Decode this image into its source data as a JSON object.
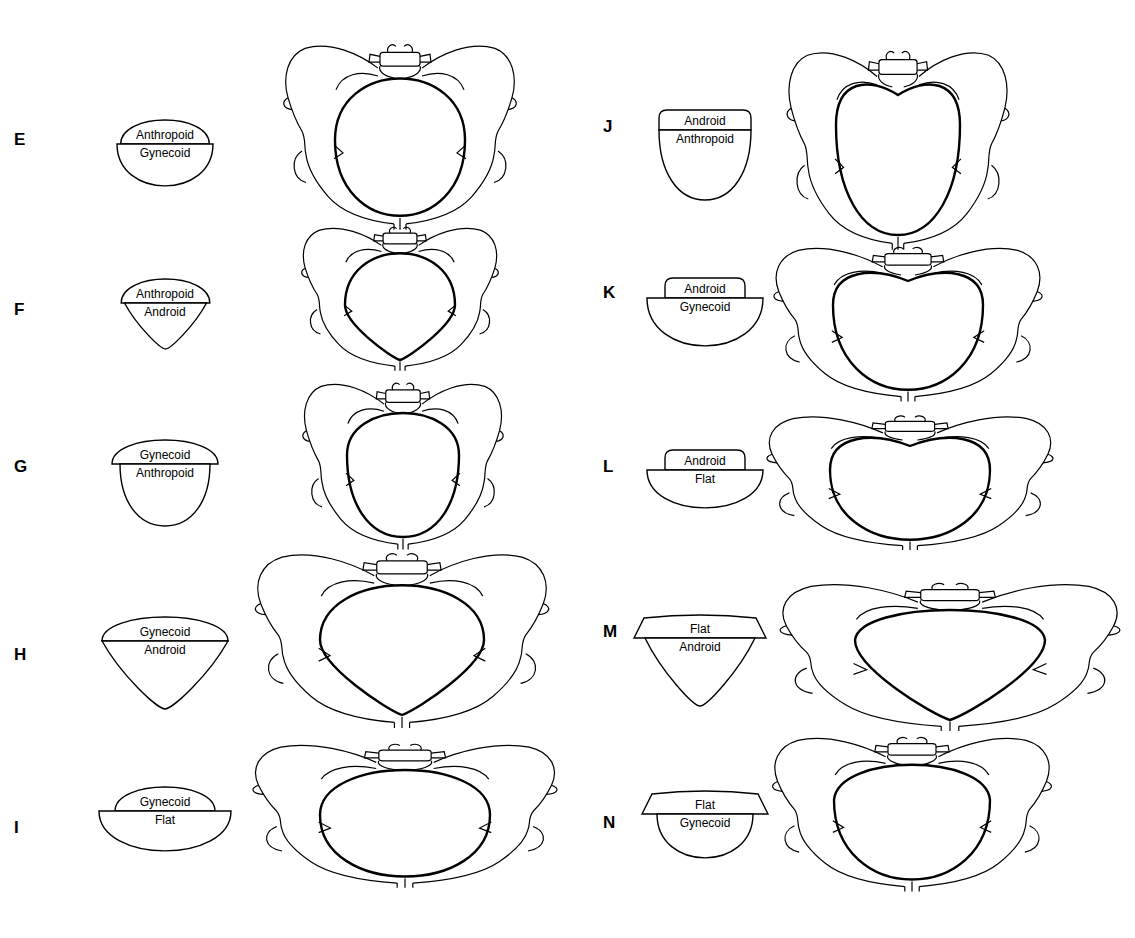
{
  "diagram": {
    "nodes": [
      {
        "text": [
          "Anthropoid",
          "Gynecoid"
        ]
      },
      {
        "text": [
          "Android",
          "Anthropoid"
        ]
      },
      {
        "text": [
          "Anthropoid",
          "Android"
        ]
      },
      {
        "text": [
          "Android",
          "Gynecoid"
        ]
      },
      {
        "text": [
          "Gynecoid",
          "Anthropoid"
        ]
      },
      {
        "text": [
          "Android",
          "Flat"
        ]
      },
      {
        "text": [
          "Gynecoid",
          "Android"
        ]
      },
      {
        "text": [
          "Flat",
          "Android"
        ]
      },
      {
        "text": [
          "Gynecoid",
          "Flat"
        ]
      },
      {
        "text": [
          "Flat",
          "Gynecoid"
        ]
      }
    ],
    "labels": [
      "E",
      "J",
      "F",
      "K",
      "G",
      "L",
      "H",
      "M",
      "I",
      "N"
    ]
  }
}
